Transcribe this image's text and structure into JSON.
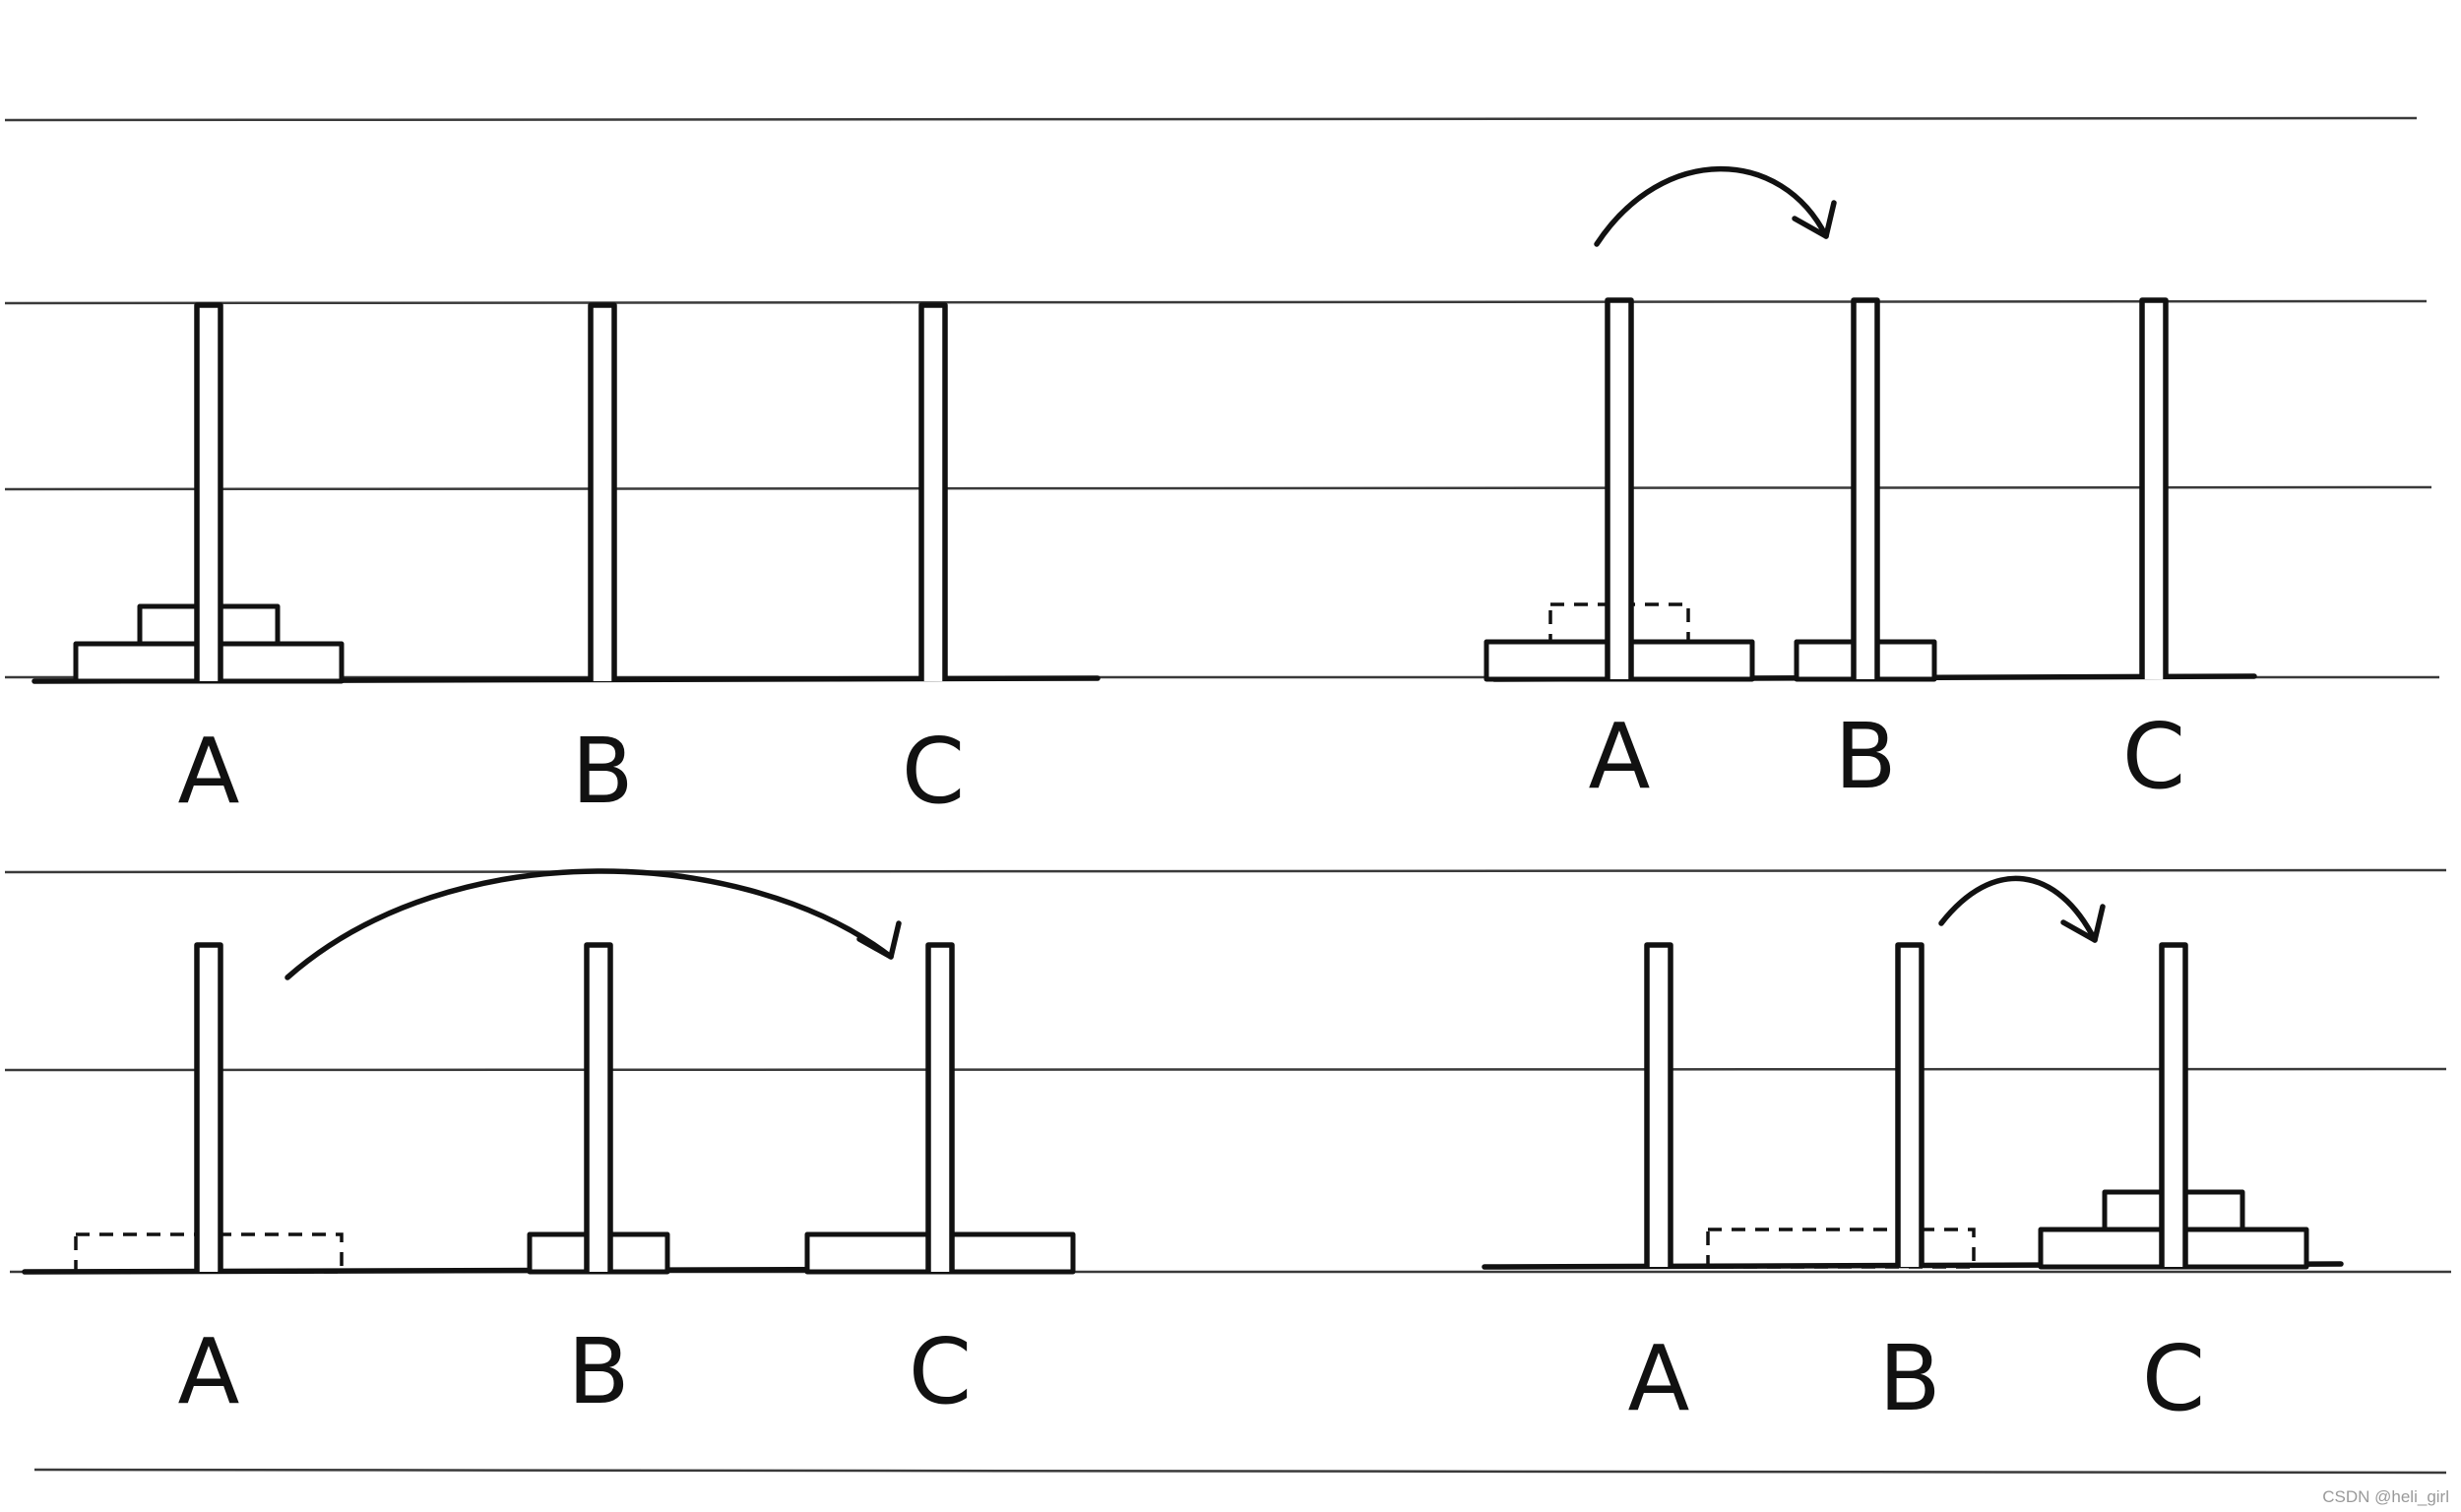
{
  "panels": [
    {
      "id": "step-1",
      "labels": [
        "A",
        "B",
        "C"
      ],
      "pegs": {
        "A": 2,
        "B": 0,
        "C": 0
      },
      "ghost": null,
      "arrow": null
    },
    {
      "id": "step-2",
      "labels": [
        "A",
        "B",
        "C"
      ],
      "pegs": {
        "A": 1,
        "B": 1,
        "C": 0
      },
      "ghost": "A",
      "arrow": {
        "from": "A",
        "to": "B"
      }
    },
    {
      "id": "step-3",
      "labels": [
        "A",
        "B",
        "C"
      ],
      "pegs": {
        "A": 0,
        "B": 1,
        "C": 1
      },
      "ghost": "A",
      "arrow": {
        "from": "A",
        "to": "C"
      }
    },
    {
      "id": "step-4",
      "labels": [
        "A",
        "B",
        "C"
      ],
      "pegs": {
        "A": 0,
        "B": 0,
        "C": 2
      },
      "ghost": "B",
      "arrow": {
        "from": "B",
        "to": "C"
      }
    }
  ],
  "watermark": "CSDN @heli_girl",
  "colors": {
    "ink": "#111111",
    "ruled_line": "#3a3a3a",
    "paper": "#ffffff"
  }
}
